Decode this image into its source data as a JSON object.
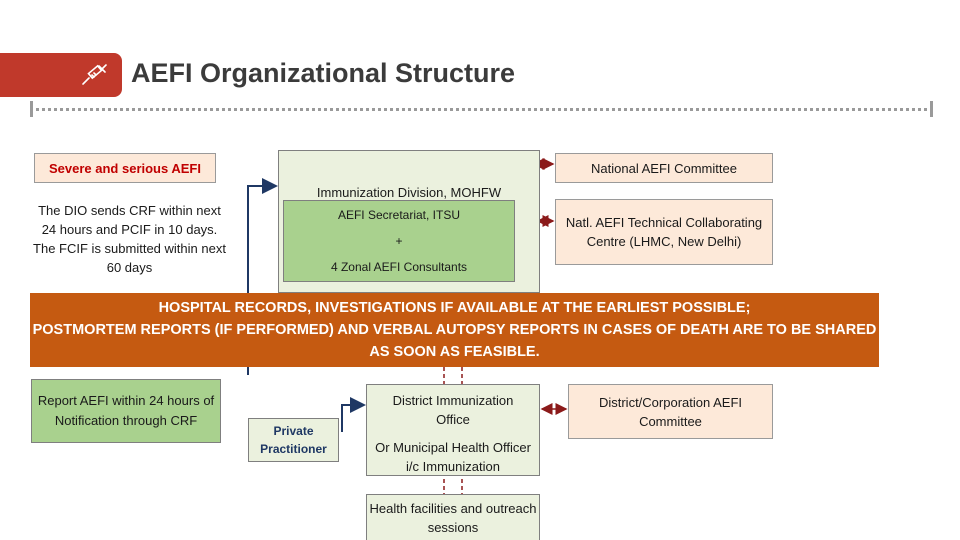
{
  "header": {
    "title": "AEFI Organizational Structure",
    "icon": "syringe-icon"
  },
  "left": {
    "severe_label": "Severe and serious AEFI",
    "dio_text": "The DIO sends CRF within next 24 hours and PCIF in 10 days. The FCIF is submitted within next 60 days",
    "report_text": "Report AEFI within 24 hours of Notification through CRF",
    "private_practitioner": "Private Practitioner"
  },
  "center": {
    "immunization_division": "Immunization Division, MOHFW",
    "secretariat": "AEFI Secretariat, ITSU",
    "plus": "+",
    "zonal": "4 Zonal AEFI Consultants",
    "district_office": "District Immunization Office",
    "municipal": "Or Municipal Health Officer i/c Immunization",
    "health_facilities": "Health facilities and outreach sessions"
  },
  "right": {
    "national_committee": "National AEFI Committee",
    "natl_technical": "Natl. AEFI Technical Collaborating Centre (LHMC, New Delhi)",
    "district_committee": "District/Corporation AEFI Committee"
  },
  "banner": {
    "line1": "HOSPITAL RECORDS, INVESTIGATIONS IF AVAILABLE AT THE EARLIEST POSSIBLE;",
    "line2": "POSTMORTEM REPORTS (IF PERFORMED) AND VERBAL AUTOPSY REPORTS IN CASES OF DEATH ARE TO BE SHARED AS SOON AS FEASIBLE."
  },
  "colors": {
    "accent": "#c0392b",
    "banner": "#c55a11",
    "arrow_blue": "#1f3864",
    "arrow_red": "#8b1a1a",
    "green": "#a9d18e",
    "light_green": "#ebf1de",
    "peach": "#fde9d9"
  }
}
